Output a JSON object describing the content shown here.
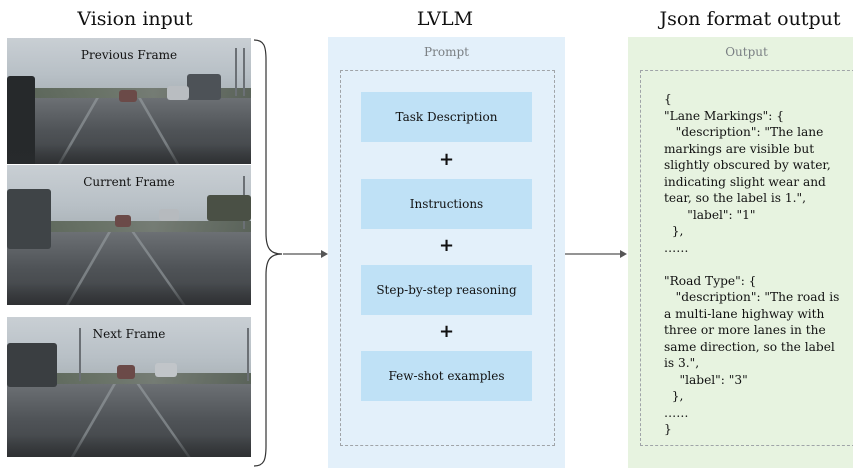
{
  "columns": {
    "vision_title": "Vision input",
    "lvlm_title": "LVLM",
    "json_title": "Json format output"
  },
  "frames": [
    {
      "label": "Previous Frame"
    },
    {
      "label": "Current Frame"
    },
    {
      "label": "Next Frame"
    }
  ],
  "lvlm": {
    "panel_label": "Prompt",
    "boxes": [
      "Task Description",
      "Instructions",
      "Step-by-step reasoning",
      "Few-shot examples"
    ],
    "plus": "+"
  },
  "output": {
    "panel_label": "Output",
    "json_lines": "{\n\"Lane Markings\": {\n   \"description\": \"The lane\nmarkings are visible but\nslightly obscured by water,\nindicating slight wear and\ntear, so the label is 1.\",\n      \"label\": \"1\"\n  },\n……\n\n\"Road Type\": {\n   \"description\": \"The road is\na multi-lane highway with\nthree or more lanes in the\nsame direction, so the label\nis 3.\",\n    \"label\": \"3\"\n  },\n……\n}"
  },
  "colors": {
    "lvlm_bg": "#e3f0fa",
    "lvlm_box": "#bfe1f6",
    "output_bg": "#e7f3e0"
  }
}
